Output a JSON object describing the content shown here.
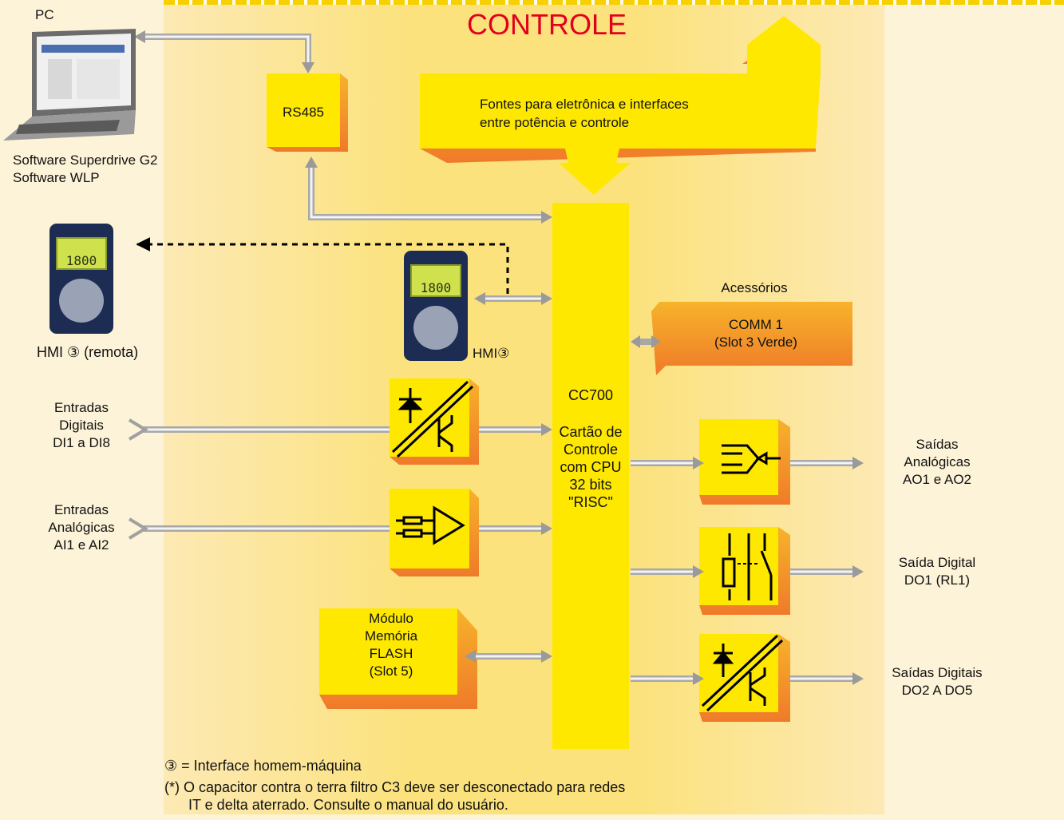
{
  "title": "CONTROLE",
  "pc": {
    "label": "PC",
    "software": [
      "Software  Superdrive G2",
      "Software WLP"
    ]
  },
  "rs485": "RS485",
  "power_supply": [
    "Fontes para eletrônica e interfaces",
    "entre potência e controle"
  ],
  "hmi_remote_label": "HMI ③ (remota)",
  "hmi_local_label": "HMI③",
  "hmi_display_value": "1800",
  "accessories": {
    "header": "Acessórios",
    "comm": [
      "COMM 1",
      "(Slot 3  Verde)"
    ]
  },
  "cpu": {
    "model": "CC700",
    "desc": [
      "Cartão de",
      "Controle",
      "com CPU",
      "32 bits",
      "\"RISC\""
    ]
  },
  "inputs": {
    "digital": [
      "Entradas",
      "Digitais",
      "DI1 a DI8"
    ],
    "analog": [
      "Entradas",
      "Analógicas",
      "AI1 e AI2"
    ]
  },
  "outputs": {
    "analog": [
      "Saídas",
      "Analógicas",
      "AO1 e AO2"
    ],
    "relay": [
      "Saída Digital",
      "DO1 (RL1)"
    ],
    "digital": [
      "Saídas Digitais",
      "DO2 A DO5"
    ]
  },
  "flash": [
    "Módulo",
    "Memória",
    "FLASH",
    "(Slot 5)"
  ],
  "notes": [
    "③ = Interface homem-máquina",
    "(*) O capacitor contra o terra filtro C3 deve ser desconectado para redes",
    "IT e delta aterrado. Consulte o manual do usuário."
  ],
  "colors": {
    "title": "#e3001b",
    "box": "#ffe800",
    "shadow": "#f08a2a",
    "panel": "#fbe27c",
    "wire": "#b8b8b8"
  }
}
